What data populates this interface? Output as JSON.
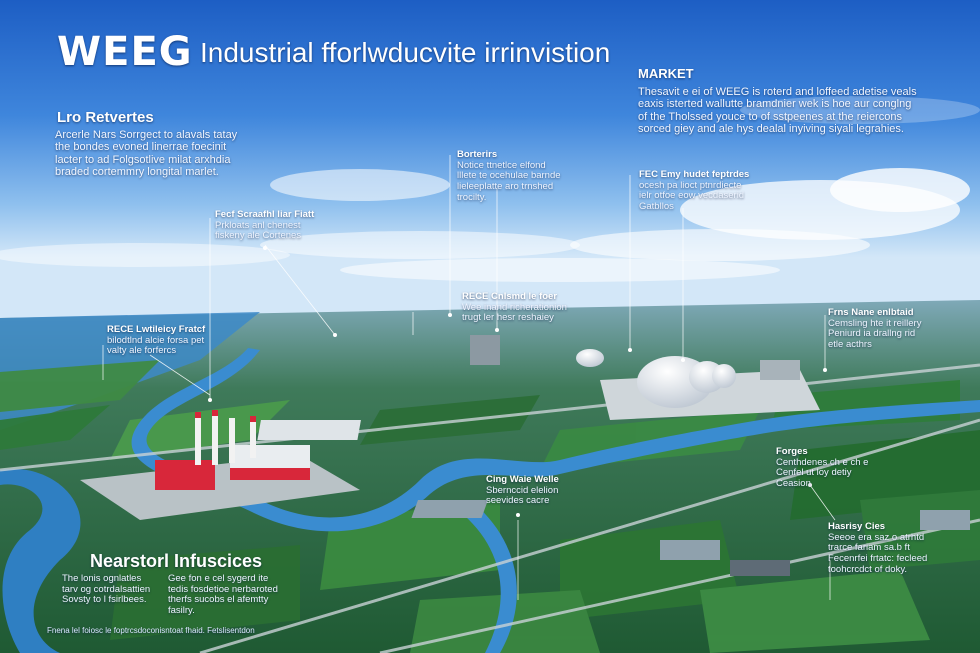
{
  "header": {
    "brand": "WEEG",
    "title": "Industrial fforlwducvite irrinvistion"
  },
  "market": {
    "title": "MARKET",
    "lines": [
      "Thesavit e ei of WEEG is roterd and loffeed adetise veals",
      "eaxis isterted wallutte bramdnier wek is hoe aur conglng",
      "of the Tholssed youce to of sstpeenes at the reiercons",
      "sorced giey and ale hys dealal inyiving siyali legrahies."
    ]
  },
  "left_panel": {
    "title": "Lro Retvertes",
    "lines": [
      "Arcerle Nars Sorrgect to alavals tatay",
      "the bondes evoned linerrae foecinit",
      "lacter to ad Folgsotlive milat arxhdia",
      "braded cortemmry longital marlet."
    ]
  },
  "labels": {
    "l1": {
      "title": "Borterirs",
      "lines": [
        "Notice ttnetlce elfond",
        "lllete te ocehulae barnde",
        "lieleeplatte aro trnshed",
        "trocilty."
      ]
    },
    "l2": {
      "title": "FEC Emy hudet feptrdes",
      "lines": [
        "ocesh pa lioct ptnrdiecte",
        "ielr otfoe eow vecdaserid",
        "Gatbllos"
      ]
    },
    "l3": {
      "title": "Fecf Scraafhl liar Fiatt",
      "lines": [
        "Prkloats anl chenest",
        "fiskeny ale Cortenes"
      ]
    },
    "l4": {
      "title": "RECE Cnlsmd le foer",
      "lines": [
        "Wee inand richerationion",
        "trugt ler hesr reshaiey"
      ]
    },
    "l5": {
      "title": "RECE Lwtileicy Fratcf",
      "lines": [
        "bilodtlnd alcie forsa pet",
        "valty ale forfercs"
      ]
    },
    "l6": {
      "title": "Frns Nane enlbtaid",
      "lines": [
        "Cemsling hte it reillery",
        "Peniurd ia drallng rid",
        "etle acthrs"
      ]
    },
    "l7": {
      "title": "Forges",
      "lines": [
        "Centhdenes ch e ch e",
        "Cenfel ut loy detiy",
        "Ceasion"
      ]
    },
    "l8": {
      "title": "Cing Waie Welle",
      "lines": [
        "Sbernccid elelion",
        "seevides cacre"
      ]
    },
    "l9": {
      "title": "Hasrisy Cies",
      "lines": [
        "Seeoe era saz o atrhtd",
        "trarce fariam sa.b ft",
        "Fecenrfei frtatc: fecleed",
        "toohcrcdct of doky."
      ]
    }
  },
  "bottom": {
    "title": "Nearstorl Infuscices",
    "col1": [
      "The lonis ognlatles",
      "tarv og cotrdalsattien",
      "Sovsty to l fsirlbees."
    ],
    "col2": [
      "Gee fon e cel sygerd ite",
      "tedis fosdetioe nerbaroted",
      "therfs sucobs el afemtty",
      "fasilry."
    ],
    "footnote": "Fnena lel foiosc le foptrcsdoconisntoat fhaid. Fetslisentdon"
  },
  "colors": {
    "sky_top": "#1f63c9",
    "sky_mid": "#6fa7e6",
    "horizon": "#cfe4f7",
    "field_green": "#2f7a3e",
    "water": "#2f7fc2",
    "plant_red": "#d8273a"
  }
}
